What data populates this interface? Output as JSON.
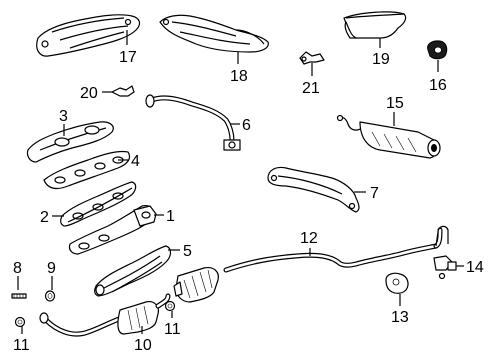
{
  "callouts": [
    {
      "id": "c17",
      "label": "17"
    },
    {
      "id": "c18",
      "label": "18"
    },
    {
      "id": "c19",
      "label": "19"
    },
    {
      "id": "c21",
      "label": "21"
    },
    {
      "id": "c16",
      "label": "16"
    },
    {
      "id": "c20",
      "label": "20"
    },
    {
      "id": "c3",
      "label": "3"
    },
    {
      "id": "c6",
      "label": "6"
    },
    {
      "id": "c15",
      "label": "15"
    },
    {
      "id": "c4",
      "label": "4"
    },
    {
      "id": "c7",
      "label": "7"
    },
    {
      "id": "c2",
      "label": "2"
    },
    {
      "id": "c1",
      "label": "1"
    },
    {
      "id": "c12",
      "label": "12"
    },
    {
      "id": "c5",
      "label": "5"
    },
    {
      "id": "c14",
      "label": "14"
    },
    {
      "id": "c8",
      "label": "8"
    },
    {
      "id": "c9",
      "label": "9"
    },
    {
      "id": "c11a",
      "label": "11"
    },
    {
      "id": "c11b",
      "label": "11"
    },
    {
      "id": "c10",
      "label": "10"
    },
    {
      "id": "c13",
      "label": "13"
    }
  ]
}
